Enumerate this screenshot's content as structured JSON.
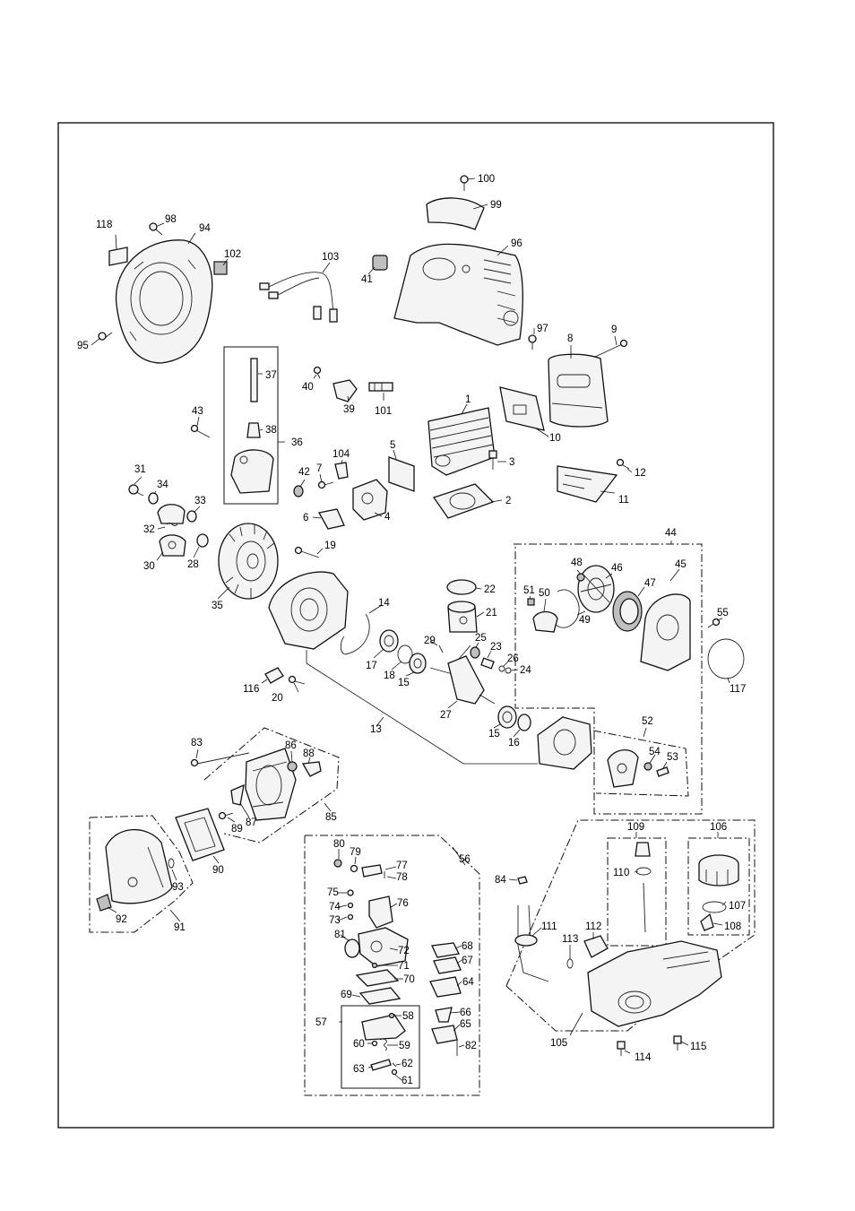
{
  "part_labels": {
    "p1": "1",
    "p2": "2",
    "p3": "3",
    "p4": "4",
    "p5": "5",
    "p6": "6",
    "p7": "7",
    "p8": "8",
    "p9": "9",
    "p10": "10",
    "p11": "11",
    "p12": "12",
    "p13": "13",
    "p14": "14",
    "p15a": "15",
    "p15b": "15",
    "p16a": "16",
    "p16b": "16",
    "p17": "17",
    "p18": "18",
    "p19": "19",
    "p20": "20",
    "p21": "21",
    "p22": "22",
    "p23": "23",
    "p24": "24",
    "p25": "25",
    "p26": "26",
    "p27": "27",
    "p28": "28",
    "p29": "29",
    "p30": "30",
    "p31": "31",
    "p32": "32",
    "p33": "33",
    "p34": "34",
    "p35": "35",
    "p36": "36",
    "p37": "37",
    "p38": "38",
    "p39": "39",
    "p40": "40",
    "p41": "41",
    "p42": "42",
    "p43": "43",
    "p44": "44",
    "p45": "45",
    "p46": "46",
    "p47": "47",
    "p48": "48",
    "p49": "49",
    "p50": "50",
    "p51": "51",
    "p52": "52",
    "p53": "53",
    "p54": "54",
    "p55": "55",
    "p56": "56",
    "p57": "57",
    "p58": "58",
    "p59": "59",
    "p60": "60",
    "p61": "61",
    "p62": "62",
    "p63": "63",
    "p64": "64",
    "p65": "65",
    "p66": "66",
    "p67": "67",
    "p68": "68",
    "p69": "69",
    "p70": "70",
    "p71": "71",
    "p72": "72",
    "p73": "73",
    "p74": "74",
    "p75": "75",
    "p76": "76",
    "p77": "77",
    "p78": "78",
    "p79": "79",
    "p80": "80",
    "p81": "81",
    "p82": "82",
    "p83": "83",
    "p84": "84",
    "p85": "85",
    "p86": "86",
    "p87": "87",
    "p88": "88",
    "p89": "89",
    "p90": "90",
    "p91": "91",
    "p92": "92",
    "p93": "93",
    "p94": "94",
    "p95": "95",
    "p96": "96",
    "p97": "97",
    "p98": "98",
    "p99": "99",
    "p100": "100",
    "p101": "101",
    "p102": "102",
    "p103": "103",
    "p104": "104",
    "p105": "105",
    "p106": "106",
    "p107": "107",
    "p108": "108",
    "p109": "109",
    "p110": "110",
    "p111": "111",
    "p112": "112",
    "p113": "113",
    "p114": "114",
    "p115": "115",
    "p116": "116",
    "p117": "117",
    "p118": "118"
  }
}
